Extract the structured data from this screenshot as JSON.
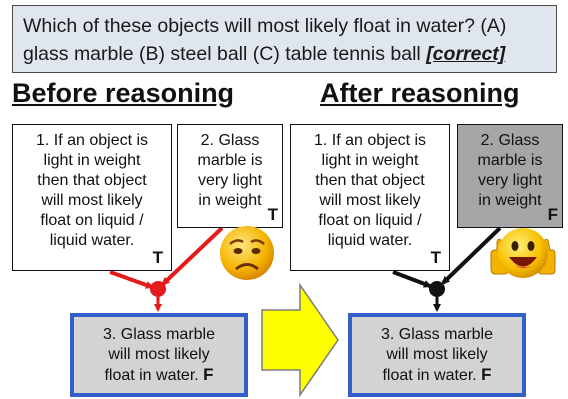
{
  "question": {
    "text": "Which of these objects will most likely float in water? (A) glass marble (B) steel ball (C) table tennis ball",
    "label": "[correct]"
  },
  "before": {
    "heading": "Before reasoning",
    "premise1": {
      "lines": [
        "1. If an object is",
        "light in weight",
        "then that object",
        "will most likely",
        "float on liquid /",
        "liquid water."
      ],
      "truth": "T"
    },
    "premise2": {
      "lines": [
        "2. Glass",
        "marble is",
        "very light",
        "in weight"
      ],
      "truth": "T"
    },
    "conclusion": {
      "lines": [
        "3. Glass marble",
        "will most likely",
        "float in water."
      ],
      "truth": "F"
    },
    "emoji": "sad-face-icon"
  },
  "after": {
    "heading": "After reasoning",
    "premise1": {
      "lines": [
        "1. If an object is",
        "light in weight",
        "then that object",
        "will most likely",
        "float on liquid /",
        "liquid water."
      ],
      "truth": "T"
    },
    "premise2": {
      "lines": [
        "2. Glass",
        "marble is",
        "very light",
        "in weight"
      ],
      "truth": "F"
    },
    "conclusion": {
      "lines": [
        "3. Glass marble",
        "will most likely",
        "float in water."
      ],
      "truth": "F"
    },
    "emoji": "thumbs-up-smiley-icon"
  },
  "colors": {
    "before_arrows": "#e51b1b",
    "after_arrows": "#111111",
    "conclusion_border": "#3060c8",
    "transition_arrow": "#ffff00",
    "question_bg": "#dfe6ee"
  },
  "icons": {
    "transition": "right-arrow-icon"
  }
}
